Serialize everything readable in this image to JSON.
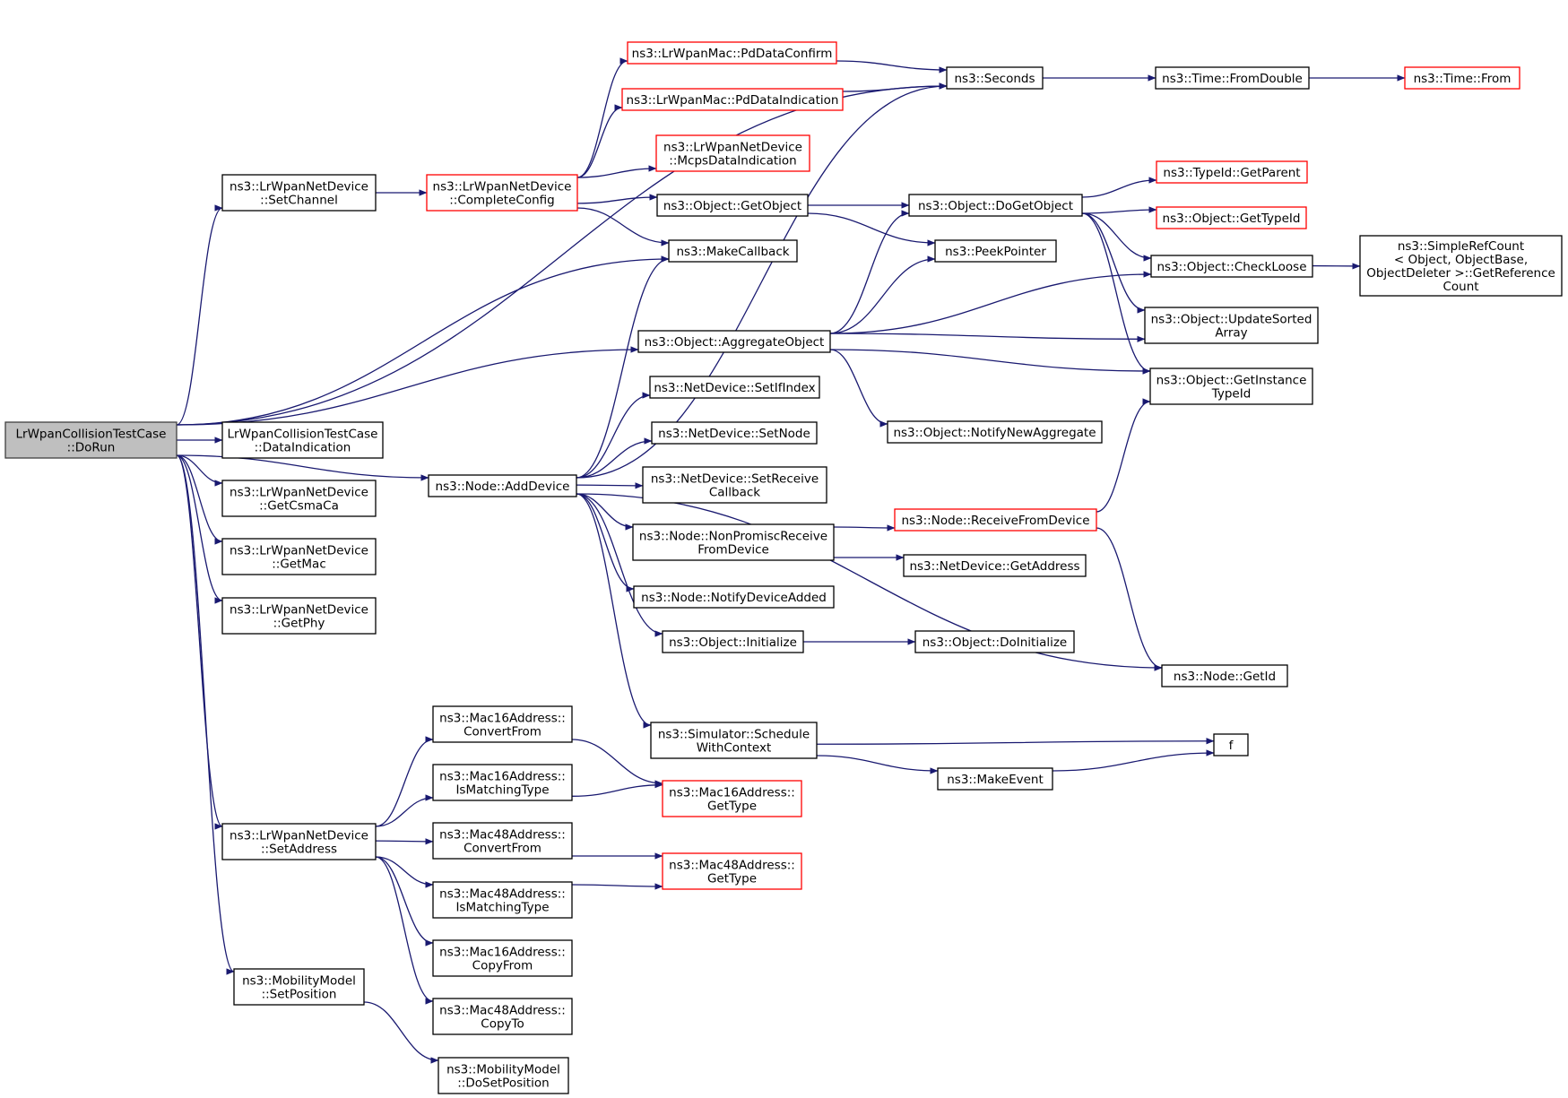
{
  "colors": {
    "edge": "#191970",
    "box_border": "#000000",
    "truncated_border": "#ff0000",
    "root_fill": "#bfbfbf",
    "background": "#ffffff"
  },
  "nodes": [
    {
      "id": "dorun",
      "lines": [
        "LrWpanCollisionTestCase",
        "::DoRun"
      ],
      "root": true
    },
    {
      "id": "setchannel",
      "lines": [
        "ns3::LrWpanNetDevice",
        "::SetChannel"
      ]
    },
    {
      "id": "dataind",
      "lines": [
        "LrWpanCollisionTestCase",
        "::DataIndication"
      ]
    },
    {
      "id": "getcsmaca",
      "lines": [
        "ns3::LrWpanNetDevice",
        "::GetCsmaCa"
      ]
    },
    {
      "id": "getmac",
      "lines": [
        "ns3::LrWpanNetDevice",
        "::GetMac"
      ]
    },
    {
      "id": "getphy",
      "lines": [
        "ns3::LrWpanNetDevice",
        "::GetPhy"
      ]
    },
    {
      "id": "setaddress",
      "lines": [
        "ns3::LrWpanNetDevice",
        "::SetAddress"
      ]
    },
    {
      "id": "setposition",
      "lines": [
        "ns3::MobilityModel",
        "::SetPosition"
      ]
    },
    {
      "id": "completeconfig",
      "lines": [
        "ns3::LrWpanNetDevice",
        "::CompleteConfig"
      ],
      "truncated": true
    },
    {
      "id": "adddevice",
      "lines": [
        "ns3::Node::AddDevice"
      ]
    },
    {
      "id": "m16convert",
      "lines": [
        "ns3::Mac16Address::",
        "ConvertFrom"
      ]
    },
    {
      "id": "m16ismatch",
      "lines": [
        "ns3::Mac16Address::",
        "IsMatchingType"
      ]
    },
    {
      "id": "m48convert",
      "lines": [
        "ns3::Mac48Address::",
        "ConvertFrom"
      ]
    },
    {
      "id": "m48ismatch",
      "lines": [
        "ns3::Mac48Address::",
        "IsMatchingType"
      ]
    },
    {
      "id": "m16copyfrom",
      "lines": [
        "ns3::Mac16Address::",
        "CopyFrom"
      ]
    },
    {
      "id": "m48copyto",
      "lines": [
        "ns3::Mac48Address::",
        "CopyTo"
      ]
    },
    {
      "id": "dosetposition",
      "lines": [
        "ns3::MobilityModel",
        "::DoSetPosition"
      ]
    },
    {
      "id": "pddataconfirm",
      "lines": [
        "ns3::LrWpanMac::PdDataConfirm"
      ],
      "truncated": true
    },
    {
      "id": "pddataind",
      "lines": [
        "ns3::LrWpanMac::PdDataIndication"
      ],
      "truncated": true
    },
    {
      "id": "mcpsdataind",
      "lines": [
        "ns3::LrWpanNetDevice",
        "::McpsDataIndication"
      ],
      "truncated": true
    },
    {
      "id": "getobject",
      "lines": [
        "ns3::Object::GetObject"
      ]
    },
    {
      "id": "makecallback",
      "lines": [
        "ns3::MakeCallback"
      ]
    },
    {
      "id": "aggregate",
      "lines": [
        "ns3::Object::AggregateObject"
      ]
    },
    {
      "id": "setifindex",
      "lines": [
        "ns3::NetDevice::SetIfIndex"
      ]
    },
    {
      "id": "setnode",
      "lines": [
        "ns3::NetDevice::SetNode"
      ]
    },
    {
      "id": "setreceive",
      "lines": [
        "ns3::NetDevice::SetReceive",
        "Callback"
      ]
    },
    {
      "id": "nonpromisc",
      "lines": [
        "ns3::Node::NonPromiscReceive",
        "FromDevice"
      ]
    },
    {
      "id": "notifyadded",
      "lines": [
        "ns3::Node::NotifyDeviceAdded"
      ]
    },
    {
      "id": "initialize",
      "lines": [
        "ns3::Object::Initialize"
      ]
    },
    {
      "id": "schedule",
      "lines": [
        "ns3::Simulator::Schedule",
        "WithContext"
      ]
    },
    {
      "id": "m16gettype",
      "lines": [
        "ns3::Mac16Address::",
        "GetType"
      ],
      "truncated": true
    },
    {
      "id": "m48gettype",
      "lines": [
        "ns3::Mac48Address::",
        "GetType"
      ],
      "truncated": true
    },
    {
      "id": "seconds",
      "lines": [
        "ns3::Seconds"
      ]
    },
    {
      "id": "dogetobject",
      "lines": [
        "ns3::Object::DoGetObject"
      ]
    },
    {
      "id": "peekpointer",
      "lines": [
        "ns3::PeekPointer"
      ]
    },
    {
      "id": "notifynewagg",
      "lines": [
        "ns3::Object::NotifyNewAggregate"
      ]
    },
    {
      "id": "receivefrom",
      "lines": [
        "ns3::Node::ReceiveFromDevice"
      ],
      "truncated": true
    },
    {
      "id": "getaddress",
      "lines": [
        "ns3::NetDevice::GetAddress"
      ]
    },
    {
      "id": "doinitialize",
      "lines": [
        "ns3::Object::DoInitialize"
      ]
    },
    {
      "id": "makeevent",
      "lines": [
        "ns3::MakeEvent"
      ]
    },
    {
      "id": "fromdouble",
      "lines": [
        "ns3::Time::FromDouble"
      ]
    },
    {
      "id": "gettypeparent",
      "lines": [
        "ns3::TypeId::GetParent"
      ],
      "truncated": true
    },
    {
      "id": "gettypeid",
      "lines": [
        "ns3::Object::GetTypeId"
      ],
      "truncated": true
    },
    {
      "id": "checkloose",
      "lines": [
        "ns3::Object::CheckLoose"
      ]
    },
    {
      "id": "updatesorted",
      "lines": [
        "ns3::Object::UpdateSorted",
        "Array"
      ]
    },
    {
      "id": "getinstance",
      "lines": [
        "ns3::Object::GetInstance",
        "TypeId"
      ]
    },
    {
      "id": "getid",
      "lines": [
        "ns3::Node::GetId"
      ]
    },
    {
      "id": "f",
      "lines": [
        "f"
      ]
    },
    {
      "id": "timefrom",
      "lines": [
        "ns3::Time::From"
      ],
      "truncated": true
    },
    {
      "id": "simplerefcount",
      "lines": [
        "ns3::SimpleRefCount",
        "< Object, ObjectBase,",
        "ObjectDeleter >::GetReference",
        "Count"
      ]
    }
  ],
  "edges": [
    [
      "dorun",
      "setchannel"
    ],
    [
      "dorun",
      "dataind"
    ],
    [
      "dorun",
      "getcsmaca"
    ],
    [
      "dorun",
      "getmac"
    ],
    [
      "dorun",
      "getphy"
    ],
    [
      "dorun",
      "setaddress"
    ],
    [
      "dorun",
      "setposition"
    ],
    [
      "dorun",
      "seconds"
    ],
    [
      "dorun",
      "makecallback"
    ],
    [
      "dorun",
      "aggregate"
    ],
    [
      "dorun",
      "adddevice"
    ],
    [
      "setchannel",
      "completeconfig"
    ],
    [
      "completeconfig",
      "pddataconfirm"
    ],
    [
      "completeconfig",
      "pddataind"
    ],
    [
      "completeconfig",
      "mcpsdataind"
    ],
    [
      "completeconfig",
      "getobject"
    ],
    [
      "completeconfig",
      "makecallback"
    ],
    [
      "pddataconfirm",
      "seconds"
    ],
    [
      "pddataind",
      "seconds"
    ],
    [
      "seconds",
      "fromdouble"
    ],
    [
      "fromdouble",
      "timefrom"
    ],
    [
      "getobject",
      "dogetobject"
    ],
    [
      "getobject",
      "peekpointer"
    ],
    [
      "dogetobject",
      "gettypeparent"
    ],
    [
      "dogetobject",
      "gettypeid"
    ],
    [
      "dogetobject",
      "checkloose"
    ],
    [
      "dogetobject",
      "updatesorted"
    ],
    [
      "dogetobject",
      "getinstance"
    ],
    [
      "checkloose",
      "simplerefcount"
    ],
    [
      "aggregate",
      "dogetobject"
    ],
    [
      "aggregate",
      "peekpointer"
    ],
    [
      "aggregate",
      "checkloose"
    ],
    [
      "aggregate",
      "updatesorted"
    ],
    [
      "aggregate",
      "getinstance"
    ],
    [
      "aggregate",
      "notifynewagg"
    ],
    [
      "adddevice",
      "seconds"
    ],
    [
      "adddevice",
      "makecallback"
    ],
    [
      "adddevice",
      "setifindex"
    ],
    [
      "adddevice",
      "setnode"
    ],
    [
      "adddevice",
      "setreceive"
    ],
    [
      "adddevice",
      "nonpromisc"
    ],
    [
      "adddevice",
      "notifyadded"
    ],
    [
      "adddevice",
      "initialize"
    ],
    [
      "adddevice",
      "getid"
    ],
    [
      "adddevice",
      "schedule"
    ],
    [
      "nonpromisc",
      "receivefrom"
    ],
    [
      "nonpromisc",
      "getaddress"
    ],
    [
      "receivefrom",
      "getinstance"
    ],
    [
      "receivefrom",
      "getid"
    ],
    [
      "initialize",
      "doinitialize"
    ],
    [
      "schedule",
      "f"
    ],
    [
      "schedule",
      "makeevent"
    ],
    [
      "makeevent",
      "f"
    ],
    [
      "setaddress",
      "m16convert"
    ],
    [
      "setaddress",
      "m16ismatch"
    ],
    [
      "setaddress",
      "m48convert"
    ],
    [
      "setaddress",
      "m48ismatch"
    ],
    [
      "setaddress",
      "m16copyfrom"
    ],
    [
      "setaddress",
      "m48copyto"
    ],
    [
      "m16convert",
      "m16gettype"
    ],
    [
      "m16ismatch",
      "m16gettype"
    ],
    [
      "m48convert",
      "m48gettype"
    ],
    [
      "m48ismatch",
      "m48gettype"
    ],
    [
      "setposition",
      "dosetposition"
    ]
  ]
}
